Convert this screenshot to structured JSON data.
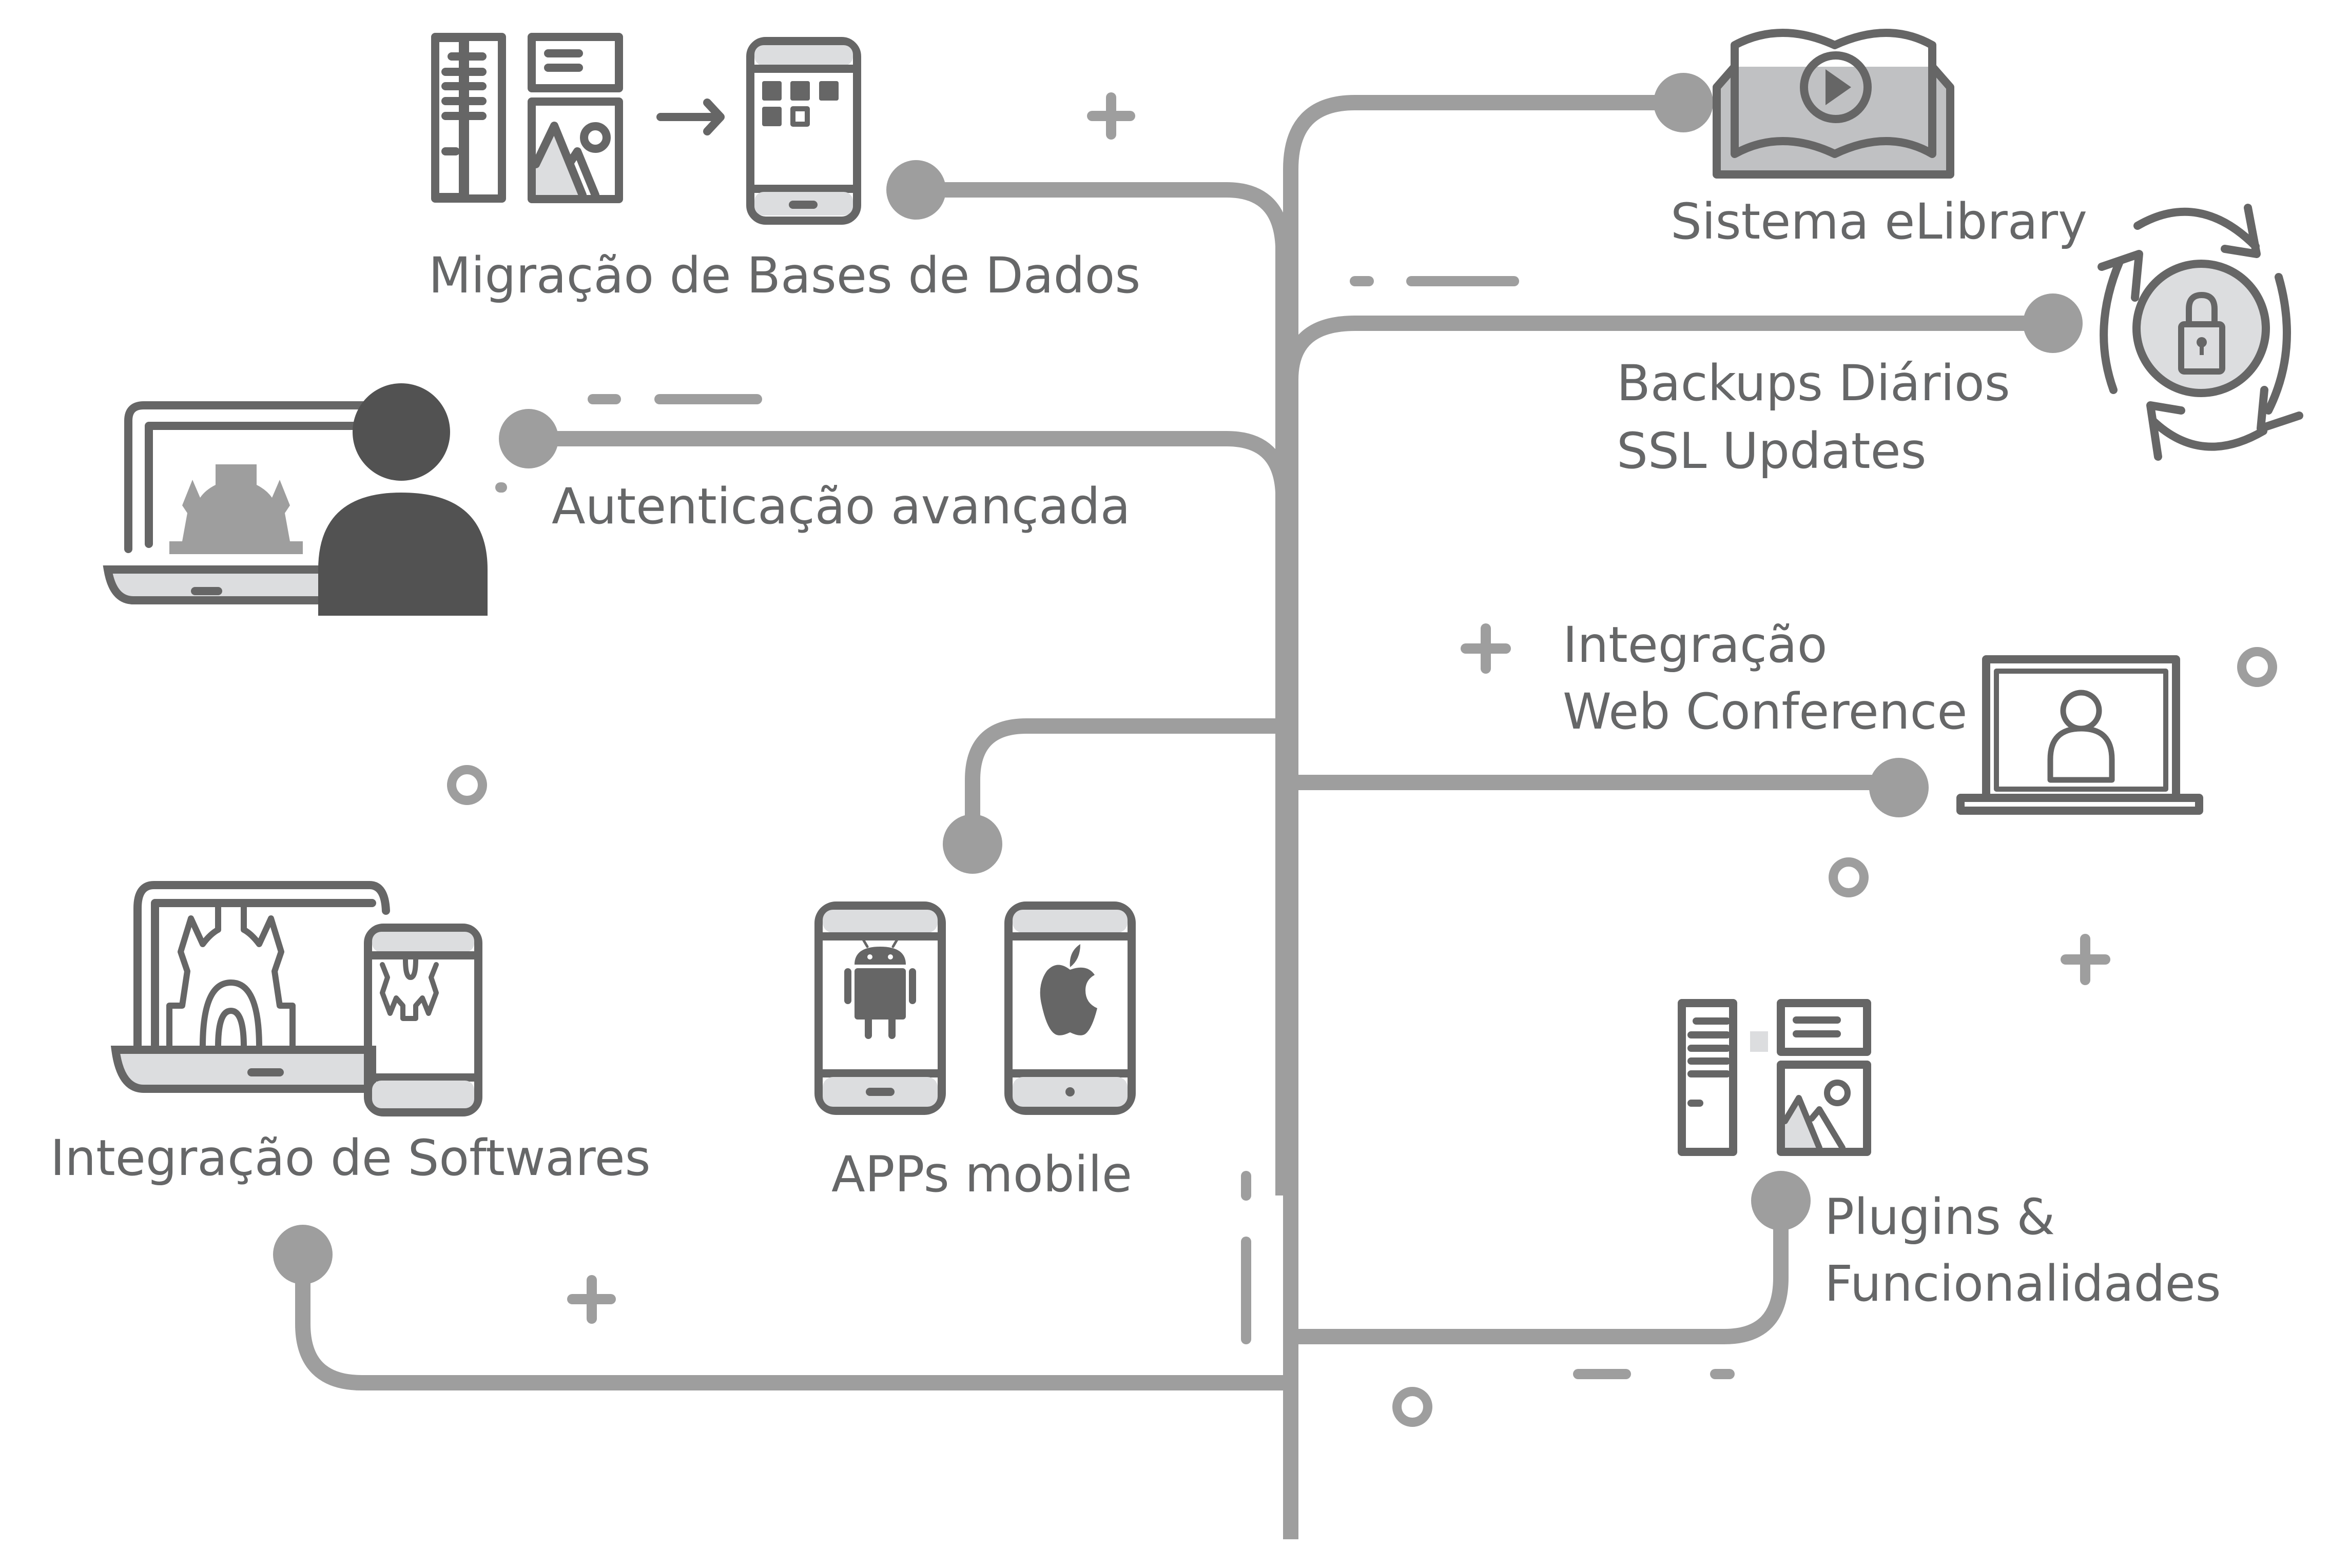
{
  "diagram": {
    "colors": {
      "connector": "#9e9e9e",
      "icon_stroke": "#666666",
      "icon_dark": "#525252",
      "icon_light_fill": "#dcdddf",
      "text": "#666768",
      "background": "#ffffff"
    },
    "features": [
      {
        "id": "migracao",
        "icon": "database-migration-to-mobile-icon",
        "label_lines": [
          "Migração de Bases de Dados"
        ]
      },
      {
        "id": "elibrary",
        "icon": "book-with-play-icon",
        "label_lines": [
          "Sistema eLibrary"
        ]
      },
      {
        "id": "backups",
        "icon": "lock-with-sync-arrows-icon",
        "label_lines": [
          "Backups Diários",
          "SSL Updates"
        ]
      },
      {
        "id": "autenticacao",
        "icon": "user-with-laptop-gear-icon",
        "label_lines": [
          "Autenticação avançada"
        ]
      },
      {
        "id": "webconf",
        "icon": "laptop-user-video-icon",
        "label_lines": [
          "Integração",
          "Web Conference"
        ]
      },
      {
        "id": "softwares",
        "icon": "laptop-phone-gears-icon",
        "label_lines": [
          "Integração de Softwares"
        ]
      },
      {
        "id": "apps",
        "icon": "android-ios-phones-icon",
        "label_lines": [
          "APPs mobile"
        ]
      },
      {
        "id": "plugins",
        "icon": "layout-blocks-icon",
        "label_lines": [
          "Plugins &",
          "Funcionalidades"
        ]
      }
    ]
  }
}
